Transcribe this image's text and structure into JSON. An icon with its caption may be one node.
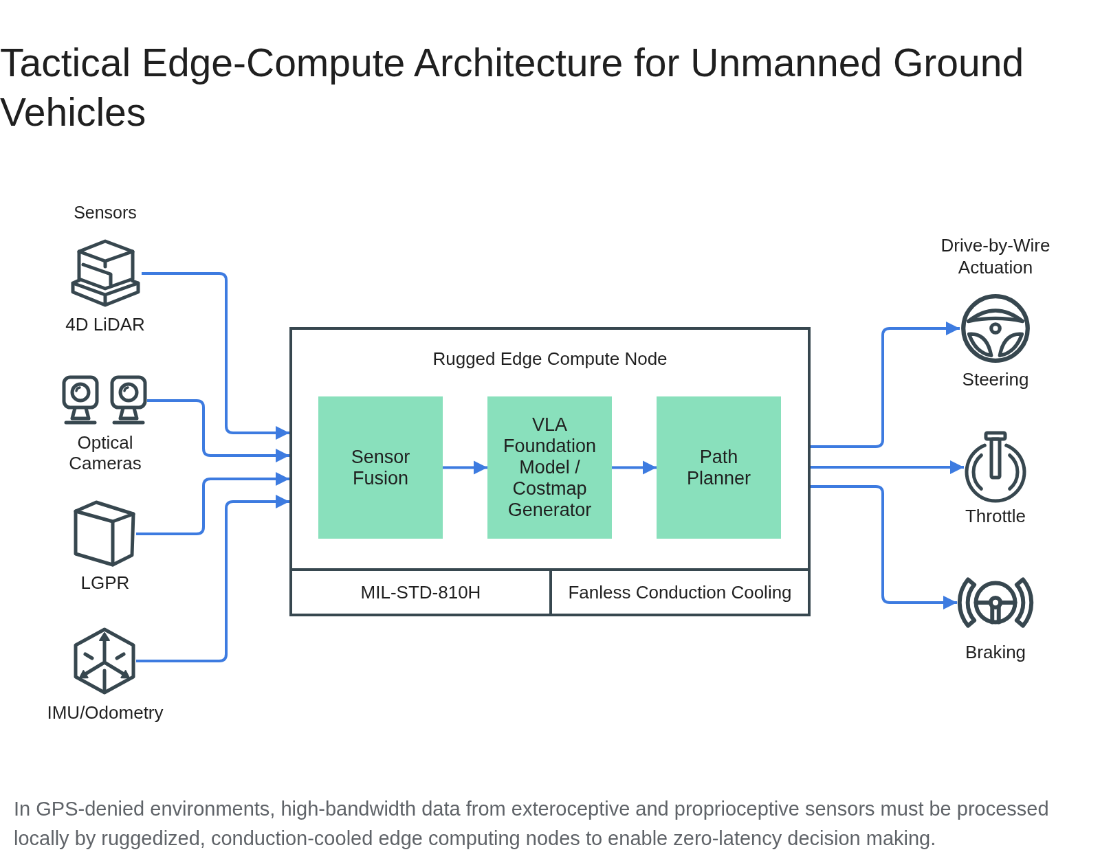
{
  "diagram": {
    "title": "Tactical Edge-Compute Architecture for Unmanned Ground Vehicles",
    "caption": "In GPS-denied environments, high-bandwidth data from exteroceptive and proprioceptive sensors must be processed locally by ruggedized, conduction-cooled edge computing nodes to enable zero-latency decision making.",
    "nodes": [
      {
        "text": [],
        "shape": "picture",
        "beside": [
          "4D LiDAR"
        ]
      },
      {
        "text": [],
        "shape": "picture",
        "beside": [
          "Optical Cameras"
        ]
      },
      {
        "text": [],
        "shape": "picture",
        "beside": [
          "LGPR"
        ]
      },
      {
        "text": [],
        "shape": "picture",
        "beside": [
          "IMU/Odometry"
        ]
      },
      {
        "text": [
          "Rugged Edge Compute Node"
        ]
      },
      {
        "text": [
          "Sensor Fusion"
        ],
        "in": 4
      },
      {
        "text": [
          "VLA Foundation Model / Costmap Generator"
        ],
        "in": 4
      },
      {
        "text": [
          "Path Planner"
        ],
        "in": 4
      },
      {
        "text": [
          "MIL-STD-810H"
        ],
        "in": 4
      },
      {
        "text": [
          "Fanless Conduction Cooling"
        ],
        "in": 4
      },
      {
        "text": [],
        "shape": "picture",
        "beside": [
          "Steering"
        ]
      },
      {
        "text": [],
        "shape": "picture",
        "beside": [
          "Throttle"
        ]
      },
      {
        "text": [],
        "shape": "picture",
        "beside": [
          "Braking"
        ]
      }
    ],
    "edges": [
      {
        "from": 0,
        "to": 4,
        "arrow": "to"
      },
      {
        "from": 1,
        "to": 4,
        "arrow": "to"
      },
      {
        "from": 2,
        "to": 4,
        "arrow": "to"
      },
      {
        "from": 3,
        "to": 4,
        "arrow": "to"
      },
      {
        "from": 5,
        "to": 6,
        "arrow": "to"
      },
      {
        "from": 6,
        "to": 7,
        "arrow": "to"
      },
      {
        "from": 4,
        "to": 10,
        "arrow": "to"
      },
      {
        "from": 4,
        "to": 11,
        "arrow": "to"
      },
      {
        "from": 4,
        "to": 12,
        "arrow": "to"
      }
    ],
    "labels": [
      "Sensors",
      "Drive-by-Wire Actuation"
    ]
  }
}
